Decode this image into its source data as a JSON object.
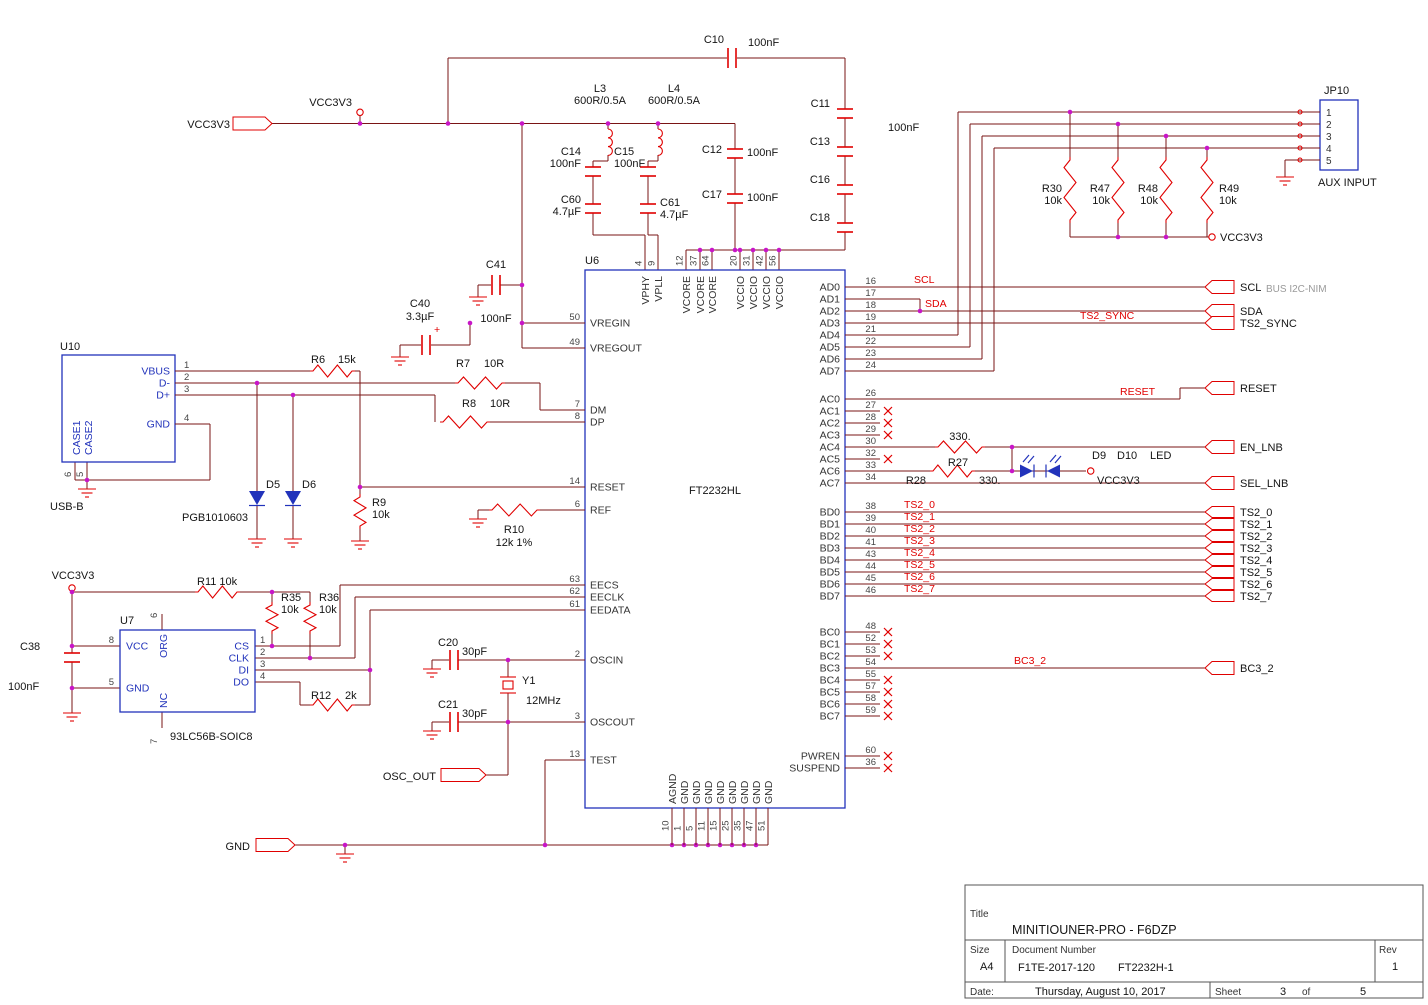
{
  "schematic": {
    "power_net": "VCC3V3",
    "ground_net": "GND"
  },
  "components": {
    "C10": {
      "ref": "C10",
      "value": "100nF"
    },
    "C11": {
      "ref": "C11"
    },
    "C13": {
      "ref": "C13"
    },
    "C16": {
      "ref": "C16"
    },
    "C18": {
      "ref": "C18"
    },
    "cap_bank_value": "100nF",
    "C12": {
      "ref": "C12",
      "value": "100nF"
    },
    "C17": {
      "ref": "C17",
      "value": "100nF"
    },
    "C14": {
      "ref": "C14",
      "value": "100nF"
    },
    "C15": {
      "ref": "C15",
      "value": "100nF"
    },
    "C60": {
      "ref": "C60",
      "value": "4.7µF"
    },
    "C61": {
      "ref": "C61",
      "value": "4.7µF"
    },
    "C40": {
      "ref": "C40",
      "value": "3.3µF",
      "polarity": "+"
    },
    "C41": {
      "ref": "C41",
      "value": "100nF"
    },
    "C38": {
      "ref": "C38",
      "value": "100nF"
    },
    "C20": {
      "ref": "C20",
      "value": "30pF"
    },
    "C21": {
      "ref": "C21",
      "value": "30pF"
    },
    "L3": {
      "ref": "L3",
      "value": "600R/0.5A"
    },
    "L4": {
      "ref": "L4",
      "value": "600R/0.5A"
    },
    "R6": {
      "ref": "R6",
      "value": "15k"
    },
    "R7": {
      "ref": "R7",
      "value": "10R"
    },
    "R8": {
      "ref": "R8",
      "value": "10R"
    },
    "R9": {
      "ref": "R9",
      "value": "10k"
    },
    "R10": {
      "ref": "R10",
      "value": "12k 1%"
    },
    "R11": {
      "ref": "R11 10k"
    },
    "R35": {
      "ref": "R35",
      "value": "10k"
    },
    "R36": {
      "ref": "R36",
      "value": "10k"
    },
    "R12": {
      "ref": "R12",
      "value": "2k"
    },
    "R27": {
      "ref": "R27",
      "value": "330."
    },
    "R28": {
      "ref": "R28",
      "value": "330."
    },
    "R30": {
      "ref": "R30",
      "value": "10k"
    },
    "R47": {
      "ref": "R47",
      "value": "10k"
    },
    "R48": {
      "ref": "R48",
      "value": "10k"
    },
    "R49": {
      "ref": "R49",
      "value": "10k"
    },
    "D5": {
      "ref": "D5"
    },
    "D6": {
      "ref": "D6"
    },
    "esd_part": "PGB1010603",
    "D9": {
      "ref": "D9"
    },
    "D10": {
      "ref": "D10"
    },
    "led_label": "LED",
    "Y1": {
      "ref": "Y1",
      "value": "12MHz"
    }
  },
  "u6": {
    "ref": "U6",
    "value": "FT2232HL",
    "left_pins": [
      {
        "num": "50",
        "name": "VREGIN"
      },
      {
        "num": "49",
        "name": "VREGOUT"
      },
      {
        "num": "7",
        "name": "DM"
      },
      {
        "num": "8",
        "name": "DP"
      },
      {
        "num": "14",
        "name": "RESET"
      },
      {
        "num": "6",
        "name": "REF"
      },
      {
        "num": "63",
        "name": "EECS"
      },
      {
        "num": "62",
        "name": "EECLK"
      },
      {
        "num": "61",
        "name": "EEDATA"
      },
      {
        "num": "2",
        "name": "OSCIN"
      },
      {
        "num": "3",
        "name": "OSCOUT"
      },
      {
        "num": "13",
        "name": "TEST"
      }
    ],
    "top_pins": [
      {
        "num": "4",
        "name": "VPHY"
      },
      {
        "num": "9",
        "name": "VPLL"
      },
      {
        "num": "12",
        "name": "VCORE"
      },
      {
        "num": "37",
        "name": "VCORE"
      },
      {
        "num": "64",
        "name": "VCORE"
      },
      {
        "num": "20",
        "name": "VCCIO"
      },
      {
        "num": "31",
        "name": "VCCIO"
      },
      {
        "num": "42",
        "name": "VCCIO"
      },
      {
        "num": "56",
        "name": "VCCIO"
      }
    ],
    "right_pins": [
      {
        "num": "16",
        "name": "AD0"
      },
      {
        "num": "17",
        "name": "AD1"
      },
      {
        "num": "18",
        "name": "AD2"
      },
      {
        "num": "19",
        "name": "AD3"
      },
      {
        "num": "21",
        "name": "AD4"
      },
      {
        "num": "22",
        "name": "AD5"
      },
      {
        "num": "23",
        "name": "AD6"
      },
      {
        "num": "24",
        "name": "AD7"
      },
      {
        "num": "26",
        "name": "AC0"
      },
      {
        "num": "27",
        "name": "AC1"
      },
      {
        "num": "28",
        "name": "AC2"
      },
      {
        "num": "29",
        "name": "AC3"
      },
      {
        "num": "30",
        "name": "AC4"
      },
      {
        "num": "32",
        "name": "AC5"
      },
      {
        "num": "33",
        "name": "AC6"
      },
      {
        "num": "34",
        "name": "AC7"
      },
      {
        "num": "38",
        "name": "BD0"
      },
      {
        "num": "39",
        "name": "BD1"
      },
      {
        "num": "40",
        "name": "BD2"
      },
      {
        "num": "41",
        "name": "BD3"
      },
      {
        "num": "43",
        "name": "BD4"
      },
      {
        "num": "44",
        "name": "BD5"
      },
      {
        "num": "45",
        "name": "BD6"
      },
      {
        "num": "46",
        "name": "BD7"
      },
      {
        "num": "48",
        "name": "BC0"
      },
      {
        "num": "52",
        "name": "BC1"
      },
      {
        "num": "53",
        "name": "BC2"
      },
      {
        "num": "54",
        "name": "BC3"
      },
      {
        "num": "55",
        "name": "BC4"
      },
      {
        "num": "57",
        "name": "BC5"
      },
      {
        "num": "58",
        "name": "BC6"
      },
      {
        "num": "59",
        "name": "BC7"
      },
      {
        "num": "60",
        "name": "PWREN"
      },
      {
        "num": "36",
        "name": "SUSPEND"
      }
    ],
    "bottom_pins": [
      {
        "num": "10",
        "name": "AGND"
      },
      {
        "num": "1",
        "name": "GND"
      },
      {
        "num": "5",
        "name": "GND"
      },
      {
        "num": "11",
        "name": "GND"
      },
      {
        "num": "15",
        "name": "GND"
      },
      {
        "num": "25",
        "name": "GND"
      },
      {
        "num": "35",
        "name": "GND"
      },
      {
        "num": "47",
        "name": "GND"
      },
      {
        "num": "51",
        "name": "GND"
      }
    ]
  },
  "u7": {
    "ref": "U7",
    "part": "93LC56B-SOIC8",
    "left_pins": [
      {
        "num": "8",
        "name": "VCC"
      },
      {
        "num": "5",
        "name": "GND"
      }
    ],
    "right_pins": [
      {
        "num": "1",
        "name": "CS"
      },
      {
        "num": "2",
        "name": "CLK"
      },
      {
        "num": "3",
        "name": "DI"
      },
      {
        "num": "4",
        "name": "DO"
      }
    ],
    "top_pin": {
      "num": "6",
      "name": "ORG"
    },
    "bottom_pin": {
      "num": "7",
      "name": "NC"
    }
  },
  "u10": {
    "ref": "U10",
    "part": "USB-B",
    "pins": [
      {
        "num": "1",
        "name": "VBUS"
      },
      {
        "num": "2",
        "name": "D-"
      },
      {
        "num": "3",
        "name": "D+"
      },
      {
        "num": "4",
        "name": "GND"
      }
    ],
    "case_labels": [
      "CASE1",
      "CASE2"
    ],
    "case_pins": [
      "6",
      "5"
    ]
  },
  "jp10": {
    "ref": "JP10",
    "pins": [
      "1",
      "2",
      "3",
      "4",
      "5"
    ],
    "caption": "AUX INPUT"
  },
  "nets": {
    "scl": "SCL",
    "sda": "SDA",
    "ts2_sync": "TS2_SYNC",
    "reset": "RESET",
    "en_lnb": "EN_LNB",
    "sel_lnb": "SEL_LNB",
    "bc3_2": "BC3_2",
    "osc_out": "OSC_OUT",
    "bus_i2c": "BUS I2C-NIM",
    "ts2": [
      "TS2_0",
      "TS2_1",
      "TS2_2",
      "TS2_3",
      "TS2_4",
      "TS2_5",
      "TS2_6",
      "TS2_7"
    ]
  },
  "title_block": {
    "title_label": "Title",
    "title": "MINITIOUNER-PRO  -  F6DZP",
    "size_label": "Size",
    "size": "A4",
    "doc_label": "Document Number",
    "doc_number": "F1TE-2017-120",
    "doc_part": "FT2232H-1",
    "rev_label": "Rev",
    "rev": "1",
    "date_label": "Date:",
    "date": "Thursday, August 10, 2017",
    "sheet_label": "Sheet",
    "sheet": "3",
    "of_label": "of",
    "sheet_total": "5"
  }
}
